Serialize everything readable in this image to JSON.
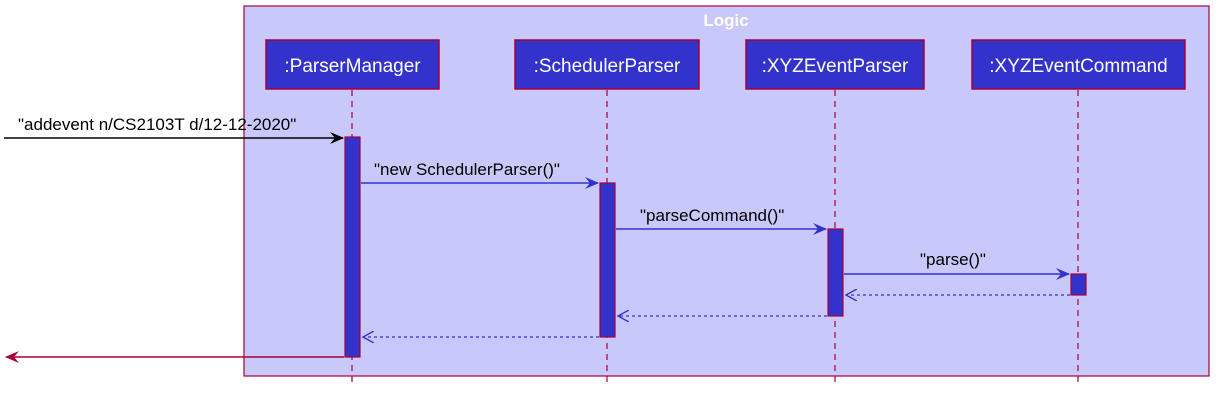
{
  "boundary": {
    "title": "Logic"
  },
  "participants": [
    {
      "id": "parser-manager",
      "label": ":ParserManager"
    },
    {
      "id": "scheduler-parser",
      "label": ":SchedulerParser"
    },
    {
      "id": "xyz-event-parser",
      "label": ":XYZEventParser"
    },
    {
      "id": "xyz-event-command",
      "label": ":XYZEventCommand"
    }
  ],
  "messages": [
    {
      "id": "addevent",
      "label": "\"addevent n/CS2103T d/12-12-2020\""
    },
    {
      "id": "new-scheduler-parser",
      "label": "\"new SchedulerParser()\""
    },
    {
      "id": "parse-command",
      "label": "\"parseCommand()\""
    },
    {
      "id": "parse",
      "label": "\"parse()\""
    }
  ],
  "colors": {
    "boundary_fill": "#c8c8fa",
    "boundary_border": "#a80036",
    "participant_fill": "#3333cc",
    "participant_text": "#ffffff",
    "activation_fill": "#3333cc",
    "lifeline": "#a80036",
    "message": "#3333cc",
    "external_in": "#000000",
    "external_out": "#a80036",
    "title_text": "#ffffff"
  }
}
